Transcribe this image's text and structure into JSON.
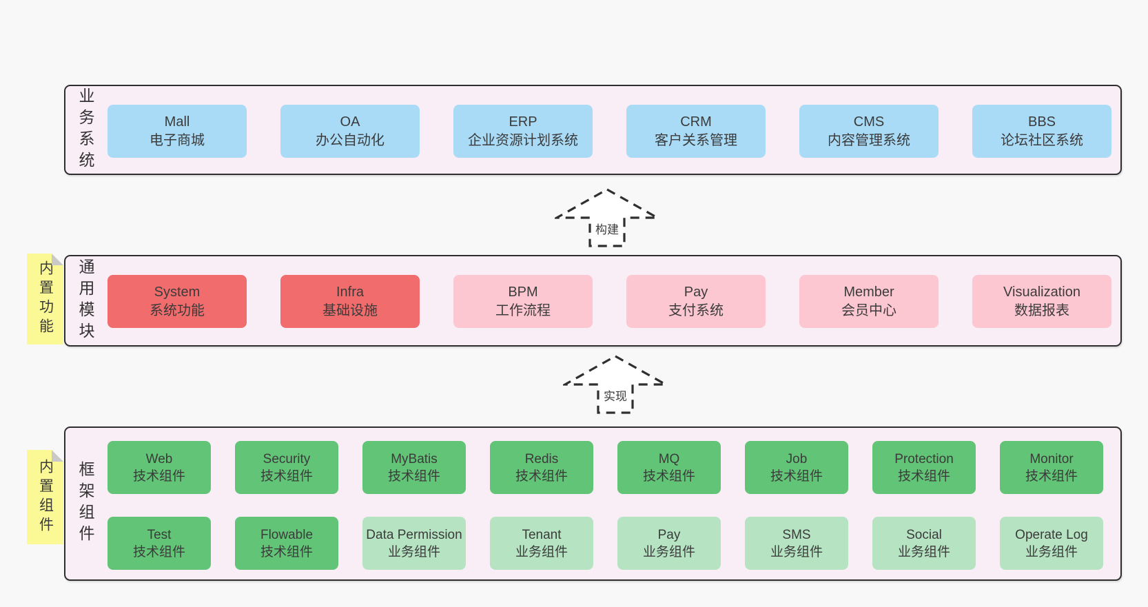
{
  "colors": {
    "page_bg": "#f8f8f8",
    "band_bg": "#f9edf6",
    "band_border": "#2e2e2e",
    "box_blue": "#a9dbf7",
    "box_red": "#f16c6c",
    "box_pink": "#fdc7d2",
    "box_green": "#62c476",
    "box_green_light": "#b6e4c3",
    "sticky_yellow": "#fbf996",
    "text": "#3b3b3b"
  },
  "diagram": {
    "bands": [
      {
        "label": "业务系统",
        "sticky": null,
        "rows": [
          [
            {
              "name": "Mall",
              "desc": "电子商城",
              "color": "blue"
            },
            {
              "name": "OA",
              "desc": "办公自动化",
              "color": "blue"
            },
            {
              "name": "ERP",
              "desc": "企业资源计划系统",
              "color": "blue"
            },
            {
              "name": "CRM",
              "desc": "客户关系管理",
              "color": "blue"
            },
            {
              "name": "CMS",
              "desc": "内容管理系统",
              "color": "blue"
            },
            {
              "name": "BBS",
              "desc": "论坛社区系统",
              "color": "blue"
            }
          ]
        ]
      },
      {
        "label": "通用模块",
        "sticky": "内置功能",
        "rows": [
          [
            {
              "name": "System",
              "desc": "系统功能",
              "color": "red"
            },
            {
              "name": "Infra",
              "desc": "基础设施",
              "color": "red"
            },
            {
              "name": "BPM",
              "desc": "工作流程",
              "color": "pink"
            },
            {
              "name": "Pay",
              "desc": "支付系统",
              "color": "pink"
            },
            {
              "name": "Member",
              "desc": "会员中心",
              "color": "pink"
            },
            {
              "name": "Visualization",
              "desc": "数据报表",
              "color": "pink"
            }
          ]
        ]
      },
      {
        "label": "框架组件",
        "sticky": "内置组件",
        "rows": [
          [
            {
              "name": "Web",
              "desc": "技术组件",
              "color": "green"
            },
            {
              "name": "Security",
              "desc": "技术组件",
              "color": "green"
            },
            {
              "name": "MyBatis",
              "desc": "技术组件",
              "color": "green"
            },
            {
              "name": "Redis",
              "desc": "技术组件",
              "color": "green"
            },
            {
              "name": "MQ",
              "desc": "技术组件",
              "color": "green"
            },
            {
              "name": "Job",
              "desc": "技术组件",
              "color": "green"
            },
            {
              "name": "Protection",
              "desc": "技术组件",
              "color": "green"
            },
            {
              "name": "Monitor",
              "desc": "技术组件",
              "color": "green"
            }
          ],
          [
            {
              "name": "Test",
              "desc": "技术组件",
              "color": "green"
            },
            {
              "name": "Flowable",
              "desc": "技术组件",
              "color": "green"
            },
            {
              "name": "Data Permission",
              "desc": "业务组件",
              "color": "green-light"
            },
            {
              "name": "Tenant",
              "desc": "业务组件",
              "color": "green-light"
            },
            {
              "name": "Pay",
              "desc": "业务组件",
              "color": "green-light"
            },
            {
              "name": "SMS",
              "desc": "业务组件",
              "color": "green-light"
            },
            {
              "name": "Social",
              "desc": "业务组件",
              "color": "green-light"
            },
            {
              "name": "Operate Log",
              "desc": "业务组件",
              "color": "green-light"
            }
          ]
        ]
      }
    ],
    "arrows": [
      {
        "label": "构建"
      },
      {
        "label": "实现"
      }
    ]
  }
}
